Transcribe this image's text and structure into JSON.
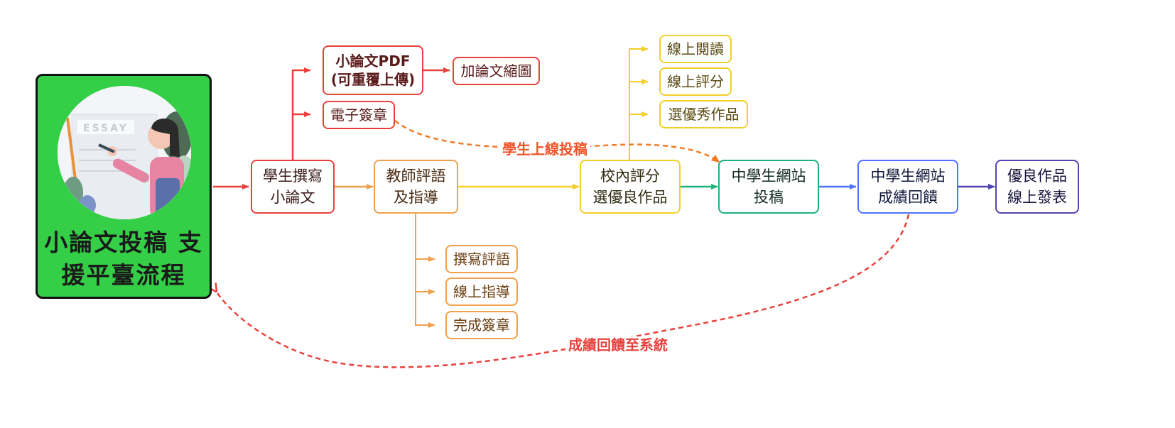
{
  "main_panel": {
    "title": "小論文投稿\n支援平臺流程",
    "illustration": {
      "icon": "essay-writing-illustration",
      "sign_text": "ESSAY"
    }
  },
  "nodes": {
    "student_write": "學生撰寫\n小論文",
    "pdf_upload_main": "小論文PDF",
    "pdf_upload_sub": "(可重覆上傳)",
    "add_thumbnail": "加論文縮圖",
    "e_signature": "電子簽章",
    "teacher_comment": "教師評語\n及指導",
    "write_comment": "撰寫評語",
    "online_guidance": "線上指導",
    "complete_signature": "完成簽章",
    "school_review": "校內評分\n選優良作品",
    "online_reading": "線上閱讀",
    "online_scoring": "線上評分",
    "select_excellent": "選優秀作品",
    "site_submit": "中學生網站\n投稿",
    "site_feedback": "中學生網站\n成績回饋",
    "publish": "優良作品\n線上發表"
  },
  "edge_labels": {
    "student_online_submit": "學生上線投稿",
    "score_feedback_system": "成績回饋至系統"
  },
  "colors": {
    "panel_green": "#35cf47",
    "red": "#e8413c",
    "orange": "#f0a04a",
    "dashed_orange": "#f07a22",
    "yellow": "#f2d027",
    "green": "#1bb379",
    "blue": "#4e73ff",
    "indigo": "#4f44b0"
  }
}
